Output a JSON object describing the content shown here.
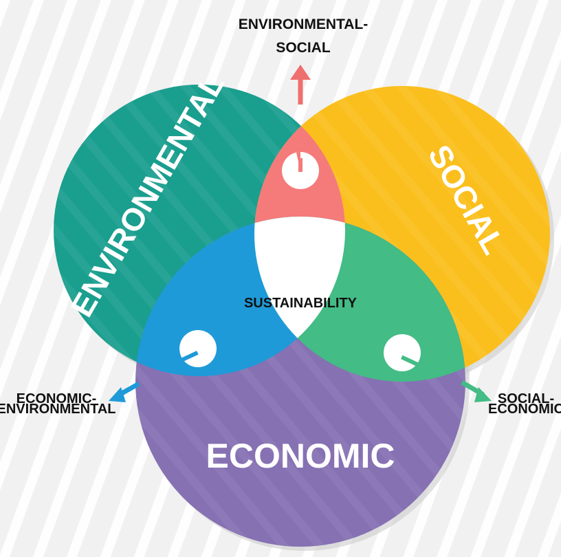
{
  "diagram": {
    "outer_labels": {
      "environmental_social": [
        "ENVIRONMENTAL-",
        "SOCIAL"
      ],
      "economic_environmental": [
        "ECONOMIC-",
        "ENVIRONMENTAL"
      ],
      "social_economic": [
        "SOCIAL-",
        "ECONOMIC"
      ]
    },
    "circles": {
      "environmental": "ENVIRONMENTAL",
      "social": "SOCIAL",
      "economic": "ECONOMIC"
    },
    "center": "SUSTAINABILITY",
    "colors": {
      "background": "#f1f1f1",
      "environmental": "#1a9e8e",
      "social": "#fbbf1d",
      "economic": "#8671b3",
      "environmental_social": "#f47b7a",
      "economic_environmental": "#1e9ad8",
      "social_economic": "#43bc85",
      "center": "#ffffff",
      "arrow_env_social": "#ef6f6e",
      "arrow_econ_env": "#1e9ad8",
      "arrow_social_econ": "#43bc85",
      "text_dark": "#111111",
      "text_light": "#ffffff"
    },
    "icons": [
      "pie-chart-icon",
      "pie-chart-icon",
      "pie-chart-icon"
    ]
  }
}
